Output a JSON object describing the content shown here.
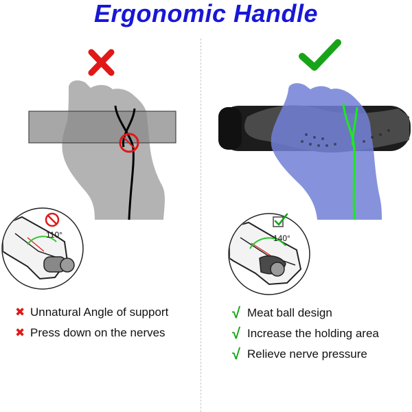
{
  "title": "Ergonomic Handle",
  "colors": {
    "title": "#1717d6",
    "cross": "#e01818",
    "check": "#18a418",
    "wrong_hand": "#b3b3b3",
    "right_hand": "#7180d6",
    "nerve_ok": "#1cea1c"
  },
  "icons": {
    "wrong": "cross-icon",
    "right": "check-icon",
    "no_sign": "prohibited-icon",
    "approved": "checkbox-icon"
  },
  "left_panel": {
    "angle_label": "110°",
    "items": [
      {
        "label": "Unnatural Angle of support"
      },
      {
        "label": "Press down on the nerves"
      }
    ]
  },
  "right_panel": {
    "angle_label": "140°",
    "items": [
      {
        "label": "Meat ball design"
      },
      {
        "label": "Increase the holding area"
      },
      {
        "label": "Relieve nerve pressure"
      }
    ]
  }
}
